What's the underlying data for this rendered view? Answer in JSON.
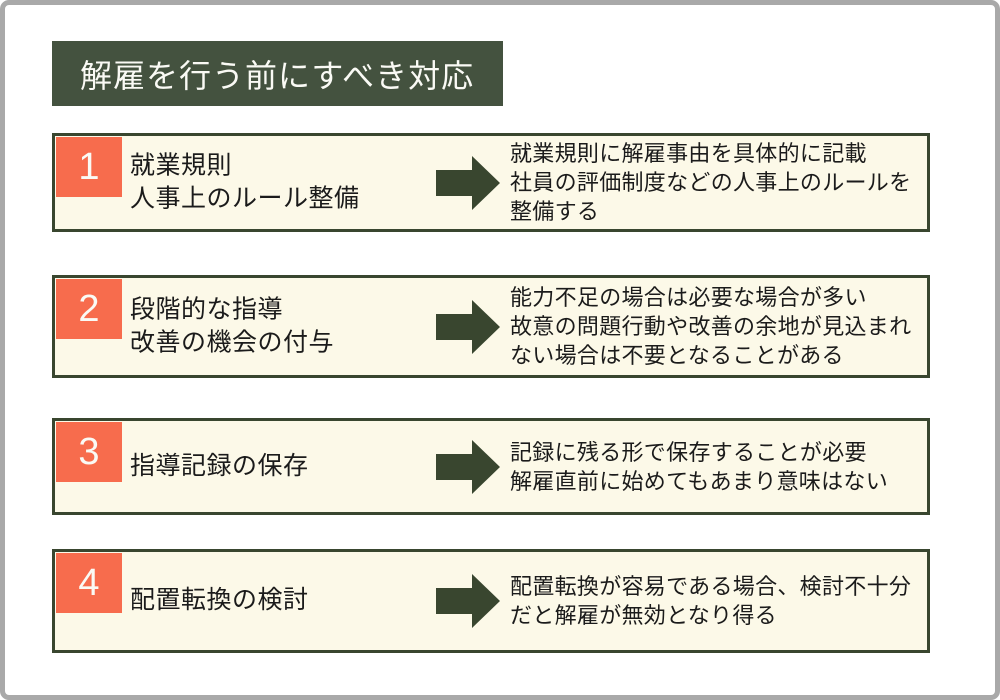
{
  "page": {
    "title": "解雇を行う前にすべき対応"
  },
  "colors": {
    "green_dark": "#39462f",
    "green_header": "#44523f",
    "orange": "#f76c4d",
    "cream": "#fcf9e8",
    "frame_gray": "#a9a9a9"
  },
  "icons": {
    "arrow": "right-arrow-icon"
  },
  "steps": [
    {
      "number": "1",
      "title": "就業規則\n人事上のルール整備",
      "description": "就業規則に解雇事由を具体的に記載\n社員の評価制度などの人事上のルールを\n整備する"
    },
    {
      "number": "2",
      "title": "段階的な指導\n改善の機会の付与",
      "description": "能力不足の場合は必要な場合が多い\n故意の問題行動や改善の余地が見込まれ\nない場合は不要となることがある"
    },
    {
      "number": "3",
      "title": "指導記録の保存",
      "description": "記録に残る形で保存することが必要\n解雇直前に始めてもあまり意味はない"
    },
    {
      "number": "4",
      "title": "配置転換の検討",
      "description": "配置転換が容易である場合、検討不十分\nだと解雇が無効となり得る"
    }
  ]
}
